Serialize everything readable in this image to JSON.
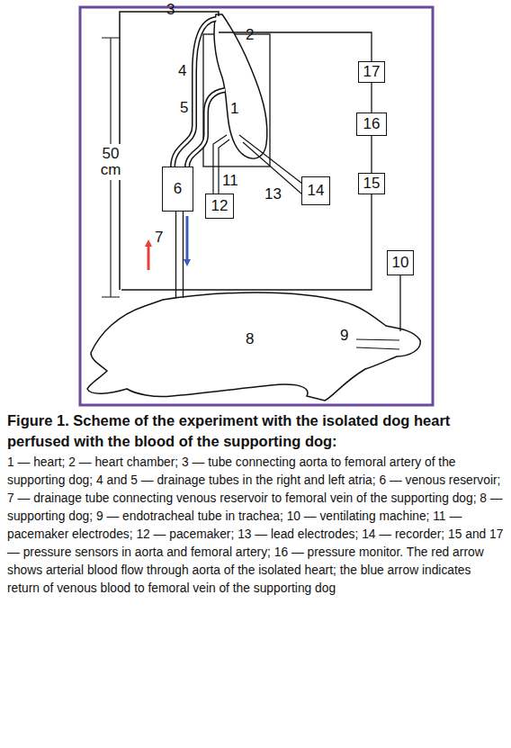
{
  "diagram": {
    "title": "Figure 1. Scheme of the experiment with the isolated dog heart perfused with the blood of the supporting dog:",
    "caption": "1 — heart; 2 — heart chamber; 3 — tube connecting aorta to femoral artery of the supporting dog; 4 and 5 — drainage tubes in the right and left atria; 6 — venous reservoir; 7 — drainage tube connecting venous reservoir to femoral vein of the supporting dog; 8 — supporting dog; 9 — endotracheal tube in trachea; 10 — ventilating machine; 11 — pacemaker electrodes; 12 — pacemaker; 13 — lead electrodes; 14 — recorder; 15 and 17 — pressure sensors in aorta and femoral artery; 16 — pressure monitor. The red arrow shows arterial blood flow through aorta of the isolated heart; the blue arrow indicates return of venous blood to femoral vein of the supporting dog",
    "nodes": [
      {
        "text": [
          "17"
        ]
      },
      {
        "text": [
          "16"
        ]
      },
      {
        "text": [
          "15"
        ]
      },
      {
        "text": [
          "6"
        ]
      },
      {
        "text": [
          "12"
        ]
      },
      {
        "text": [
          "14"
        ]
      },
      {
        "text": [
          "10"
        ]
      },
      {
        "text": [
          "8"
        ]
      }
    ],
    "edges": [
      {
        "from": 1,
        "to": 0,
        "arrow": "none"
      },
      {
        "from": 2,
        "to": 1,
        "arrow": "none"
      },
      {
        "from": 6,
        "to": 7,
        "arrow": "none"
      },
      {
        "from": 3,
        "to": 7,
        "arrow": "none"
      }
    ],
    "labels": [
      "3",
      "2",
      "4",
      "5",
      "1",
      "11",
      "13",
      "7",
      "9",
      "50 cm"
    ]
  }
}
